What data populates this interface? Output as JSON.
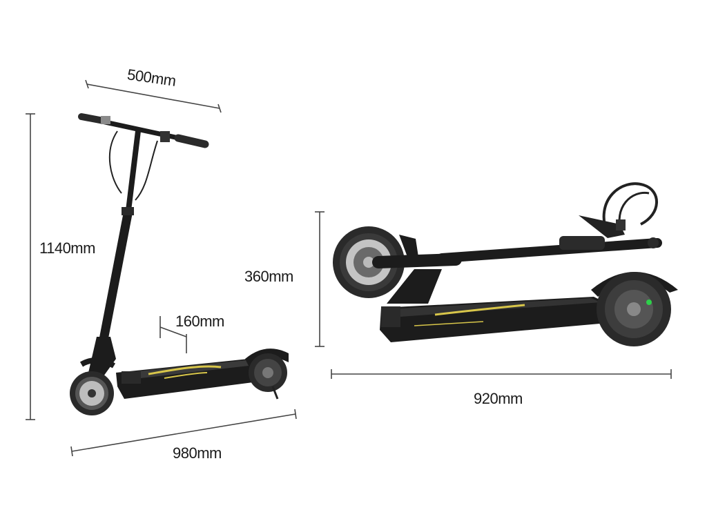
{
  "dimensions": {
    "handlebar_width": "500mm",
    "unfolded_height": "1140mm",
    "deck_height": "160mm",
    "unfolded_length": "980mm",
    "folded_height": "360mm",
    "folded_length": "920mm"
  },
  "colors": {
    "body": "#1c1c1c",
    "tire": "#2a2a2a",
    "accent": "#d8c64a",
    "dimension_line": "#444444"
  }
}
